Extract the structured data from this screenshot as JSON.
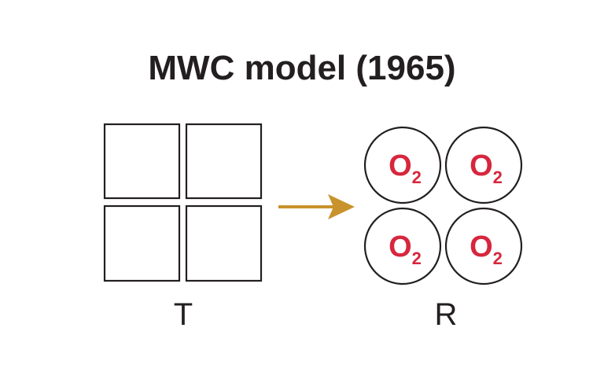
{
  "title": "MWC model (1965)",
  "t_state": {
    "label": "T",
    "subunit_count": 4
  },
  "r_state": {
    "label": "R",
    "subunits": [
      {
        "ligand": "O",
        "subscript": "2"
      },
      {
        "ligand": "O",
        "subscript": "2"
      },
      {
        "ligand": "O",
        "subscript": "2"
      },
      {
        "ligand": "O",
        "subscript": "2"
      }
    ]
  },
  "transition_arrow": {
    "from": "T",
    "to": "R"
  },
  "colors": {
    "outline": "#231f20",
    "arrow": "#c8922c",
    "ligand": "#d7263d",
    "background": "#ffffff"
  }
}
